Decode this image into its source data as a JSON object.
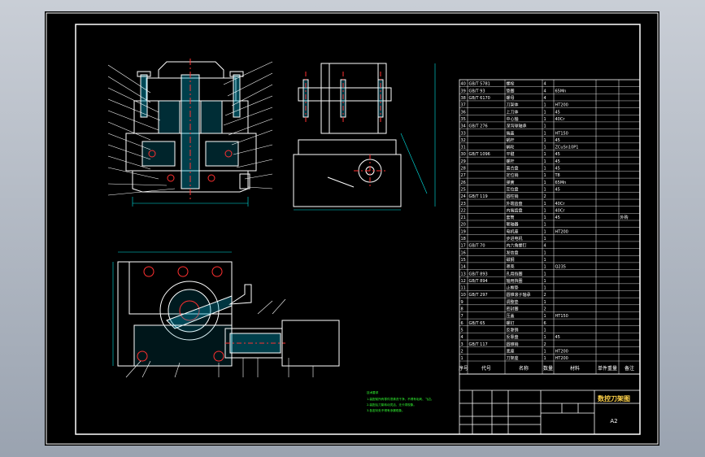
{
  "drawing": {
    "title": "数控刀架图",
    "scale": "A2",
    "notes_title": "技术要求",
    "notes": [
      "1.装配前所有零件须清洗干净，不得有毛刺、飞边。",
      "2.装配后刀架转动灵活，无卡滞现象。",
      "3.各密封处不得有渗漏现象。"
    ],
    "bom_headers": [
      "序号",
      "代号",
      "名称",
      "数量",
      "材料",
      "单件重量",
      "备注"
    ],
    "bom_rows": [
      [
        "40",
        "GB/T 5781",
        "螺栓",
        "4",
        "",
        "",
        ""
      ],
      [
        "39",
        "GB/T 93",
        "垫圈",
        "4",
        "65Mn",
        "",
        ""
      ],
      [
        "38",
        "GB/T 6170",
        "螺母",
        "4",
        "",
        "",
        ""
      ],
      [
        "37",
        "",
        "刀架体",
        "1",
        "HT200",
        "",
        ""
      ],
      [
        "36",
        "",
        "上刀体",
        "1",
        "45",
        "",
        ""
      ],
      [
        "35",
        "",
        "中心轴",
        "1",
        "40Cr",
        "",
        ""
      ],
      [
        "34",
        "GB/T 276",
        "深沟球轴承",
        "1",
        "",
        "",
        ""
      ],
      [
        "33",
        "",
        "端盖",
        "1",
        "HT150",
        "",
        ""
      ],
      [
        "32",
        "",
        "蜗杆",
        "1",
        "45",
        "",
        ""
      ],
      [
        "31",
        "",
        "蜗轮",
        "1",
        "ZCuSn10P1",
        "",
        ""
      ],
      [
        "30",
        "GB/T 1096",
        "平键",
        "1",
        "45",
        "",
        ""
      ],
      [
        "29",
        "",
        "螺杆",
        "1",
        "45",
        "",
        ""
      ],
      [
        "28",
        "",
        "离合盘",
        "1",
        "45",
        "",
        ""
      ],
      [
        "27",
        "",
        "定位销",
        "1",
        "T8",
        "",
        ""
      ],
      [
        "26",
        "",
        "弹簧",
        "1",
        "65Mn",
        "",
        ""
      ],
      [
        "25",
        "",
        "定位盘",
        "1",
        "45",
        "",
        ""
      ],
      [
        "24",
        "GB/T 119",
        "圆柱销",
        "2",
        "",
        "",
        ""
      ],
      [
        "23",
        "",
        "外端齿盘",
        "1",
        "40Cr",
        "",
        ""
      ],
      [
        "22",
        "",
        "内端齿盘",
        "1",
        "40Cr",
        "",
        ""
      ],
      [
        "21",
        "",
        "套筒",
        "1",
        "45",
        "",
        "外购"
      ],
      [
        "20",
        "",
        "联轴器",
        "1",
        "",
        "",
        ""
      ],
      [
        "19",
        "",
        "电机座",
        "1",
        "HT200",
        "",
        ""
      ],
      [
        "18",
        "",
        "步进电机",
        "1",
        "",
        "",
        ""
      ],
      [
        "17",
        "GB/T 70",
        "内六角螺钉",
        "4",
        "",
        "",
        ""
      ],
      [
        "16",
        "",
        "发信盘",
        "1",
        "",
        "",
        ""
      ],
      [
        "15",
        "",
        "磁钢",
        "1",
        "",
        "",
        ""
      ],
      [
        "14",
        "",
        "罩壳",
        "1",
        "Q235",
        "",
        ""
      ],
      [
        "13",
        "GB/T 893",
        "孔用挡圈",
        "1",
        "",
        "",
        ""
      ],
      [
        "12",
        "GB/T 894",
        "轴用挡圈",
        "1",
        "",
        "",
        ""
      ],
      [
        "11",
        "",
        "止推垫",
        "1",
        "",
        "",
        ""
      ],
      [
        "10",
        "GB/T 297",
        "圆锥滚子轴承",
        "2",
        "",
        "",
        ""
      ],
      [
        "9",
        "",
        "调整垫",
        "1",
        "",
        "",
        ""
      ],
      [
        "8",
        "",
        "密封圈",
        "2",
        "",
        "",
        ""
      ],
      [
        "7",
        "",
        "压盖",
        "1",
        "HT150",
        "",
        ""
      ],
      [
        "6",
        "GB/T 65",
        "螺钉",
        "6",
        "",
        "",
        ""
      ],
      [
        "5",
        "",
        "反靠销",
        "1",
        "",
        "",
        ""
      ],
      [
        "4",
        "",
        "反靠盘",
        "1",
        "45",
        "",
        ""
      ],
      [
        "3",
        "GB/T 117",
        "圆锥销",
        "2",
        "",
        "",
        ""
      ],
      [
        "2",
        "",
        "底座",
        "1",
        "HT200",
        "",
        ""
      ],
      [
        "1",
        "",
        "刀架座",
        "1",
        "HT200",
        "",
        ""
      ]
    ],
    "colors": {
      "background": "#000000",
      "frame": "#ffffff",
      "part": "#ffffff",
      "center": "#ff3030",
      "dimension": "#00e5e5",
      "note": "#33ff33",
      "section_fill": "#00b4d8"
    }
  }
}
